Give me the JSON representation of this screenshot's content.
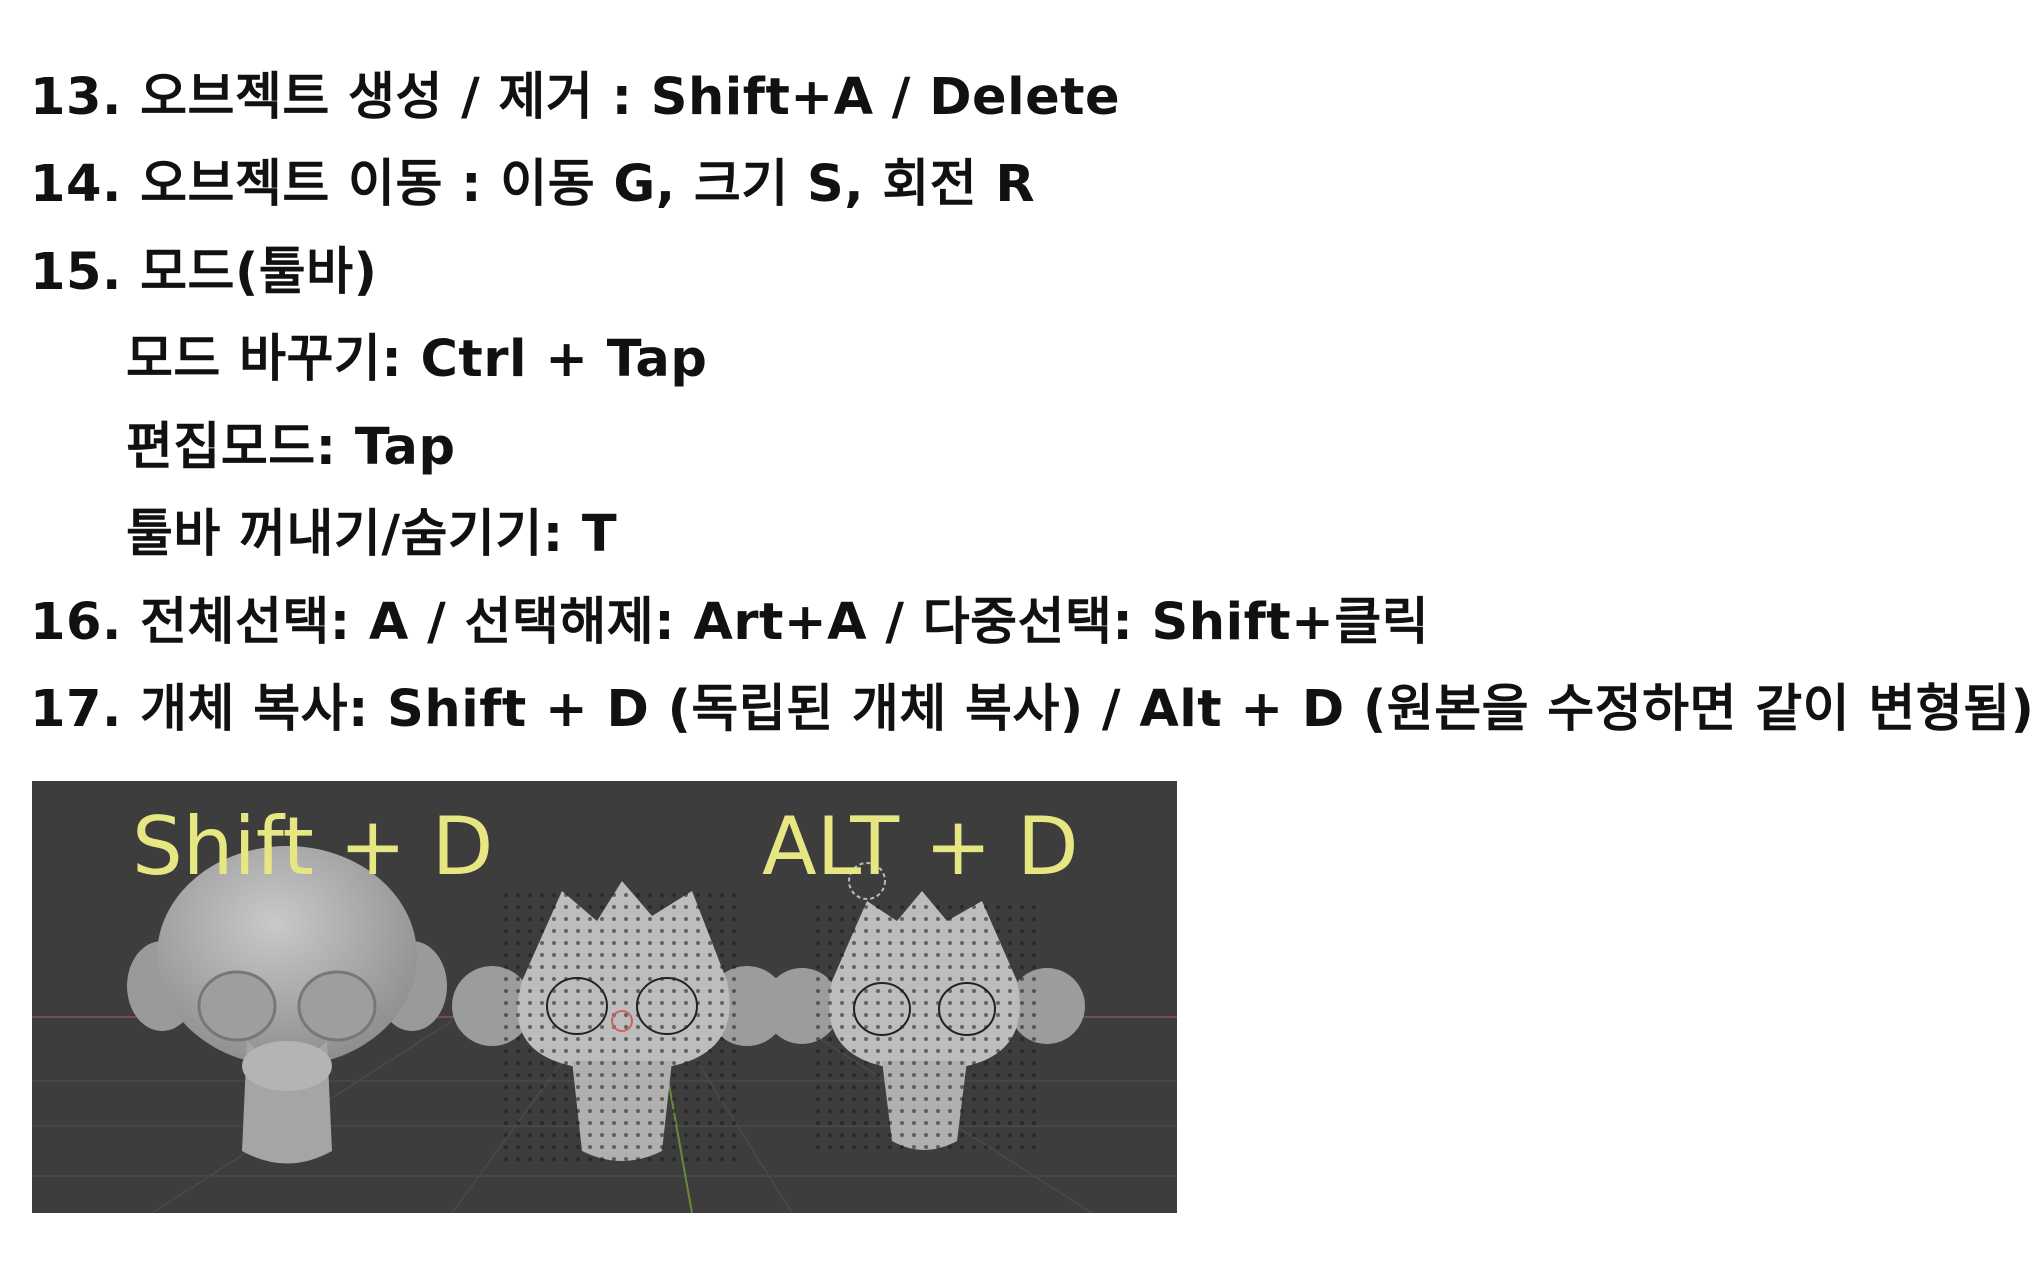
{
  "lines": [
    "13. 오브젝트 생성 / 제거 : Shift+A / Delete",
    "14. 오브젝트 이동 : 이동 G, 크기 S, 회전 R",
    "15. 모드(툴바)",
    "모드 바꾸기: Ctrl + Tap",
    "편집모드: Tap",
    "툴바 꺼내기/숨기기: T",
    "16. 전체선택: A / 선택해제: Art+A / 다중선택: Shift+클릭",
    "17. 개체 복사: Shift + D (독립된 개체 복사) / Alt + D (원본을 수정하면 같이 변형됨)"
  ],
  "figure": {
    "labels": [
      "Shift + D",
      "ALT + D"
    ],
    "background": "#3d3d3d",
    "label_color": "#e6e682"
  }
}
